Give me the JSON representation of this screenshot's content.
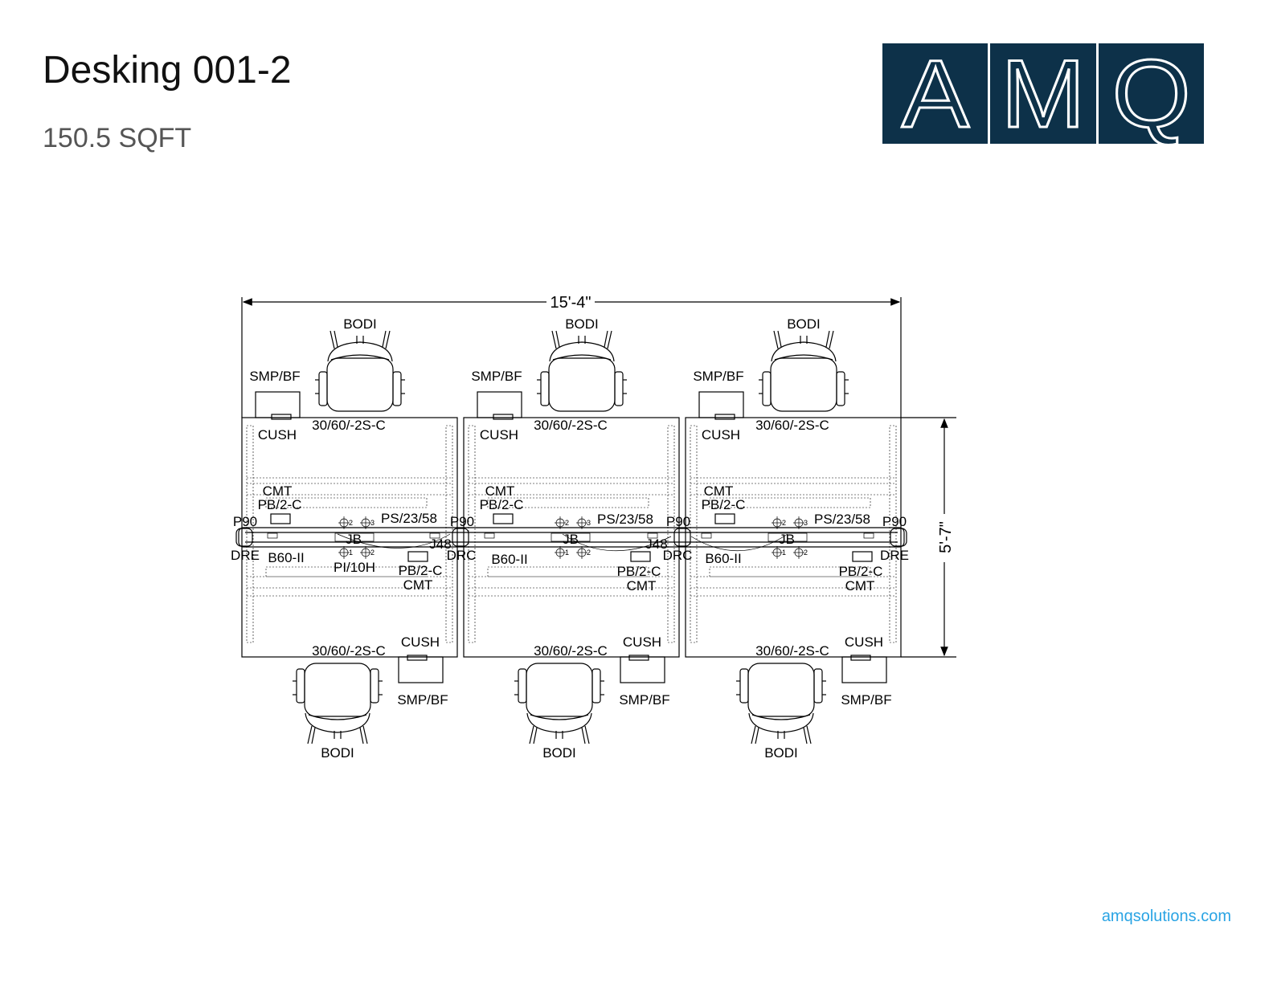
{
  "header": {
    "title": "Desking 001-2",
    "subtitle": "150.5 SQFT"
  },
  "logo": {
    "letters": [
      "A",
      "M",
      "Q"
    ],
    "background_color": "#0d3149"
  },
  "footer": {
    "url": "amqsolutions.com",
    "color": "#2aa4e4"
  },
  "plan": {
    "width_dimension": "15'-4\"",
    "depth_dimension": "5'-7\"",
    "stations": [
      {
        "bodi_top": "BODI",
        "smp_top": "SMP/BF",
        "desk_top": "30/60/-2S-C",
        "cush_top": "CUSH",
        "cmt_top": "CMT",
        "pb_top": "PB/2-C",
        "p90_left": "P90",
        "ps": "PS/23/58",
        "jb": "JB",
        "j48": "J48",
        "end_left": "DRE",
        "b60": "B60-II",
        "pi": "PI/10H",
        "pb_bottom": "PB/2-C",
        "cmt_bottom": "CMT",
        "desk_bottom": "30/60/-2S-C",
        "cush_bottom": "CUSH",
        "smp_bottom": "SMP/BF",
        "bodi_bottom": "BODI"
      },
      {
        "bodi_top": "BODI",
        "smp_top": "SMP/BF",
        "desk_top": "30/60/-2S-C",
        "cush_top": "CUSH",
        "cmt_top": "CMT",
        "pb_top": "PB/2-C",
        "p90_left": "P90",
        "ps": "PS/23/58",
        "jb": "JB",
        "j48": "J48",
        "end_left": "DRC",
        "b60": "B60-II",
        "pb_bottom": "PB/2-C",
        "cmt_bottom": "CMT",
        "desk_bottom": "30/60/-2S-C",
        "cush_bottom": "CUSH",
        "smp_bottom": "SMP/BF",
        "bodi_bottom": "BODI"
      },
      {
        "bodi_top": "BODI",
        "smp_top": "SMP/BF",
        "desk_top": "30/60/-2S-C",
        "cush_top": "CUSH",
        "cmt_top": "CMT",
        "pb_top": "PB/2-C",
        "p90_left": "P90",
        "ps": "PS/23/58",
        "jb": "JB",
        "p90_right": "P90",
        "end_left": "DRC",
        "b60": "B60-II",
        "end_right": "DRE",
        "pb_bottom": "PB/2-C",
        "cmt_bottom": "CMT",
        "desk_bottom": "30/60/-2S-C",
        "cush_bottom": "CUSH",
        "smp_bottom": "SMP/BF",
        "bodi_bottom": "BODI"
      }
    ],
    "outlet_numbers_top": [
      "2",
      "3"
    ],
    "outlet_numbers_bottom": [
      "1",
      "2"
    ]
  }
}
